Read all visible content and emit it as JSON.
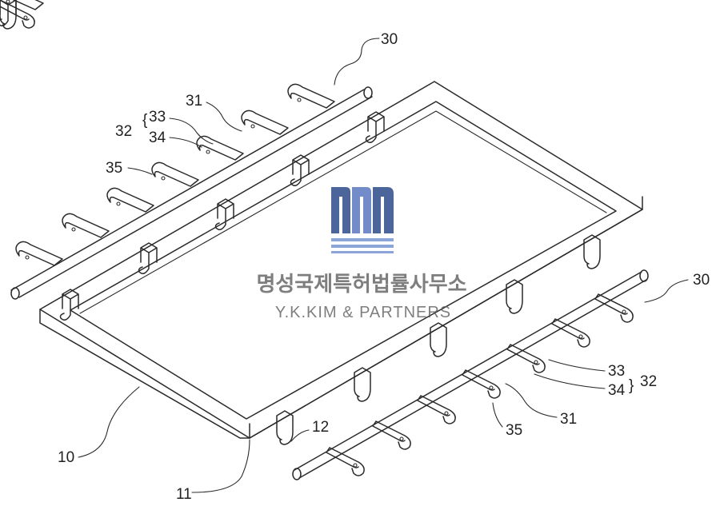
{
  "watermark": {
    "name_ko": "명성국제특허법률사무소",
    "name_en": "Y.K.KIM & PARTNERS"
  },
  "reference_numerals": {
    "rail_top": "30",
    "rail_bottom": "30",
    "bar_top": "31",
    "bar_bottom": "31",
    "clip_top": "32",
    "clip_bottom": "32",
    "clip_upper_top": "33",
    "clip_upper_bottom": "33",
    "clip_lower_top": "34",
    "clip_lower_bottom": "34",
    "tab_top": "35",
    "tab_bottom": "35",
    "frame": "10",
    "hook": "11",
    "hook_slot": "12"
  },
  "colors": {
    "line": "#2a2a2a",
    "logo_dark": "#2d4a8a",
    "logo_light": "#6f8fd0"
  }
}
